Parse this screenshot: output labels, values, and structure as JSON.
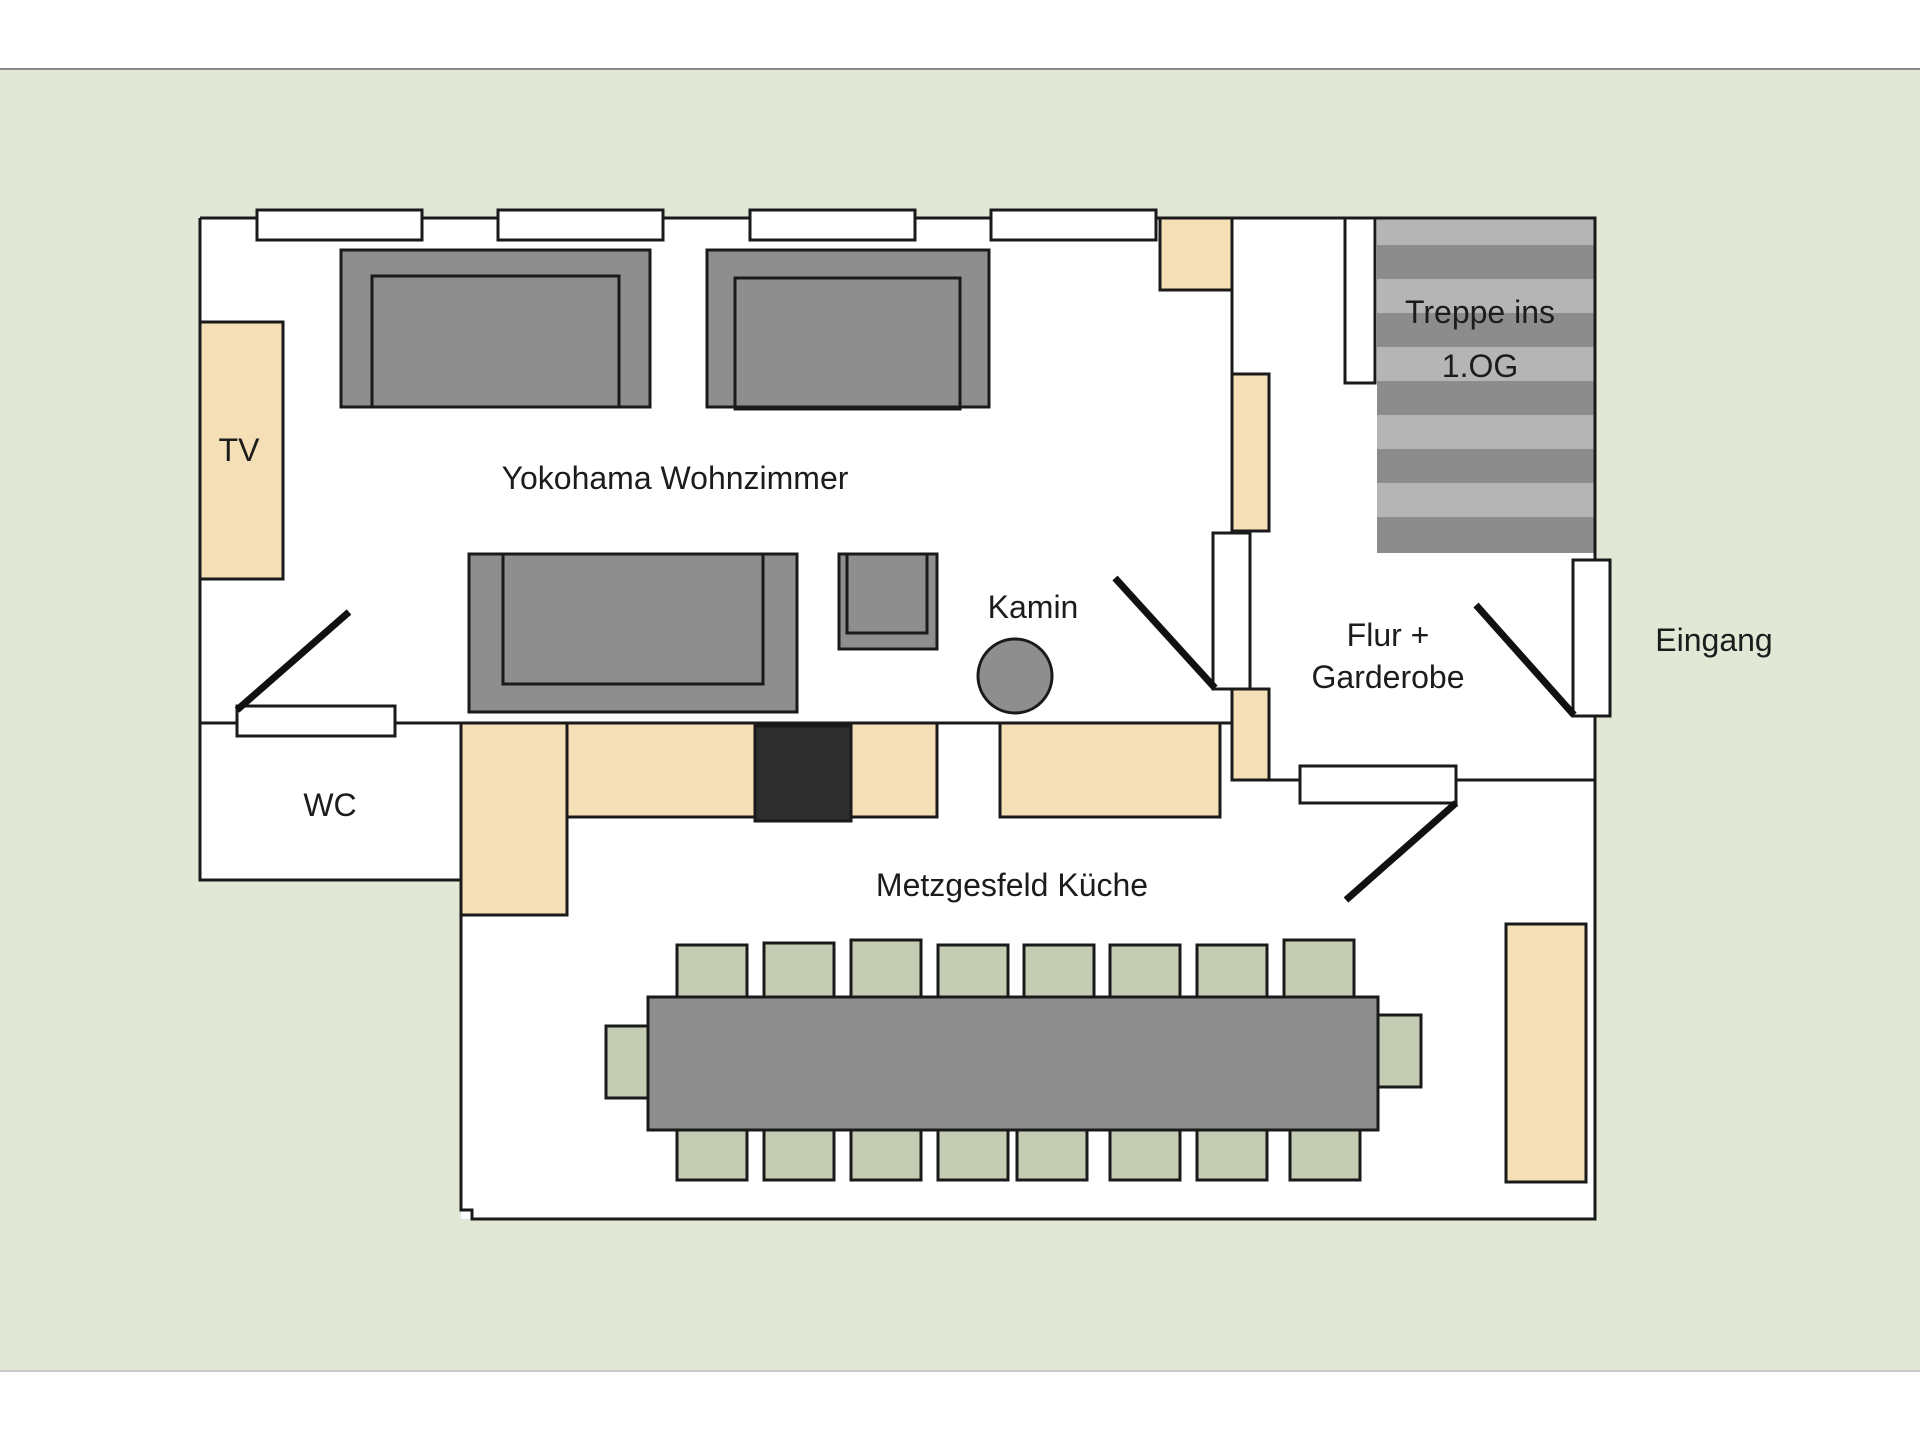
{
  "labels": {
    "tv": "TV",
    "living_room": "Yokohama Wohnzimmer",
    "fireplace": "Kamin",
    "stairs_line1": "Treppe ins",
    "stairs_line2": "1.OG",
    "hall_line1": "Flur +",
    "hall_line2": "Garderobe",
    "entrance": "Eingang",
    "wc": "WC",
    "kitchen": "Metzgesfeld Küche"
  },
  "colors": {
    "background": "#e1e8d6",
    "band": "#ffffff",
    "wall": "#1a1a1a",
    "floor": "#ffffff",
    "sofa": "#8e8e8e",
    "cabinet": "#f5dfb7",
    "chair": "#c4cdb4",
    "table": "#8e8e8e",
    "stove": "#2e2e2e",
    "stair_light": "#b5b5b5",
    "stair_dark": "#8c8c8c"
  }
}
